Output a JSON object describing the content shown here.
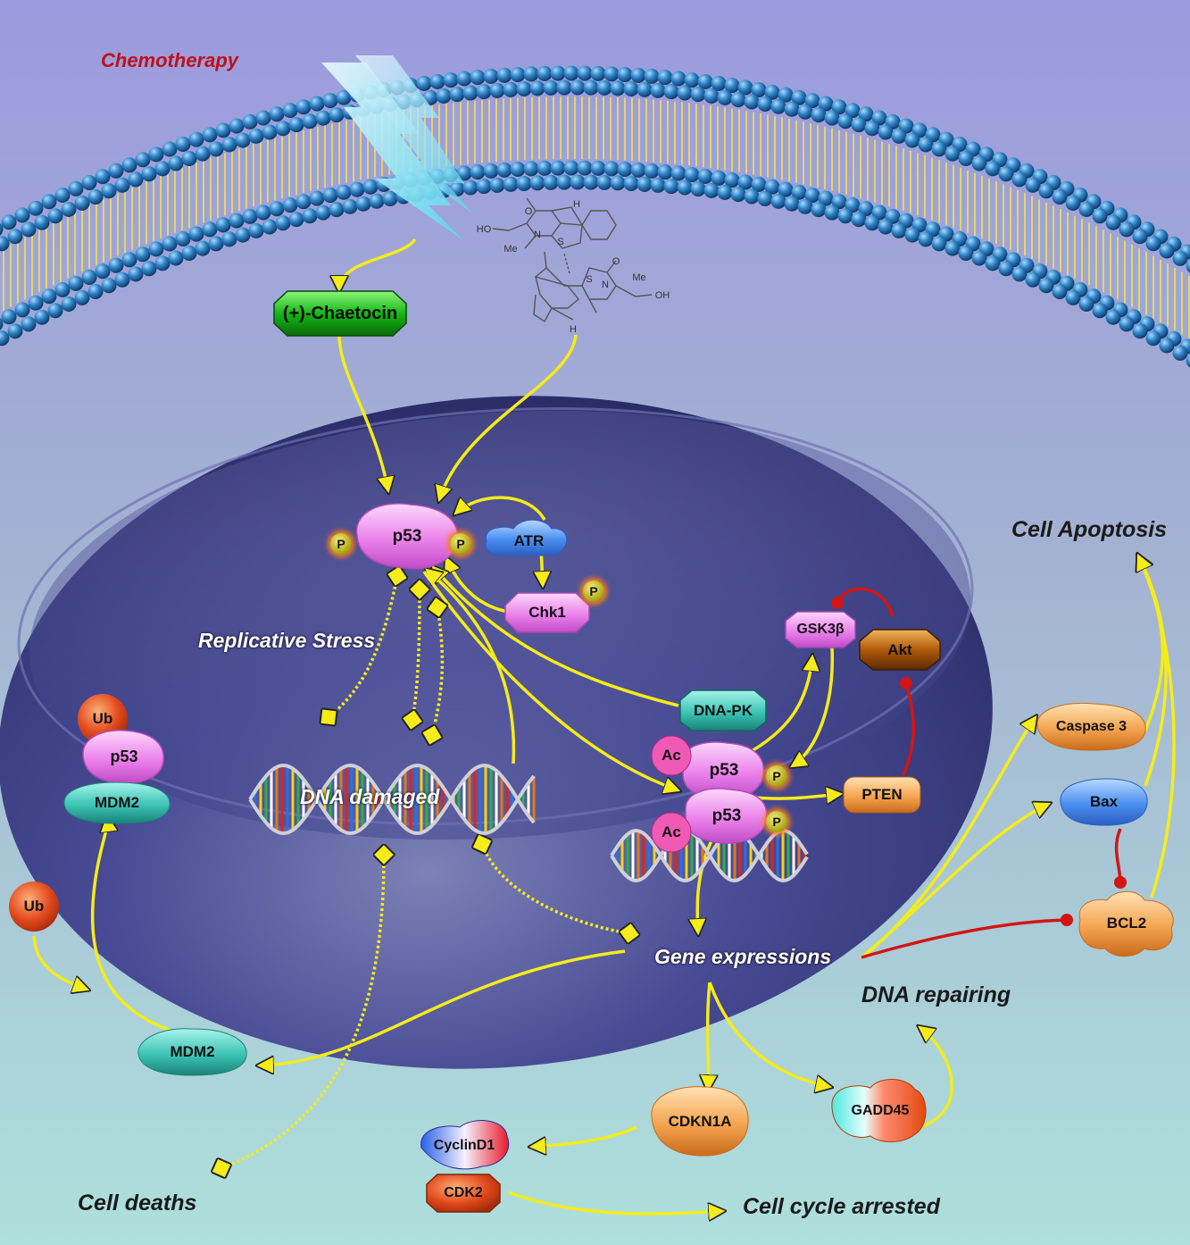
{
  "labels": {
    "chemotherapy": "Chemotherapy",
    "replicative_stress": "Replicative Stress",
    "dna_damaged": "DNA damaged",
    "gene_expressions": "Gene expressions",
    "dna_repairing": "DNA repairing",
    "cell_apoptosis": "Cell Apoptosis",
    "cell_deaths": "Cell deaths",
    "cell_cycle_arrested": "Cell cycle arrested"
  },
  "nodes": {
    "chaetocin": "(+)-Chaetocin",
    "p53_top": "p53",
    "atr": "ATR",
    "chk1": "Chk1",
    "gsk3b": "GSK3β",
    "akt": "Akt",
    "dnapk": "DNA-PK",
    "p53_mid1": "p53",
    "p53_mid2": "p53",
    "ac1": "Ac",
    "ac2": "Ac",
    "pten": "PTEN",
    "ub_top": "Ub",
    "p53_left": "p53",
    "mdm2_left": "MDM2",
    "ub_bottom": "Ub",
    "mdm2_bottom": "MDM2",
    "caspase3": "Caspase 3",
    "bax": "Bax",
    "bcl2": "BCL2",
    "cdkn1a": "CDKN1A",
    "gadd45": "GADD45",
    "cyclind1": "CyclinD1",
    "cdk2": "CDK2",
    "phospho": "P"
  },
  "molecule": {
    "oh1": "HO",
    "me1": "Me",
    "n1": "N",
    "o1": "O",
    "s1": "S",
    "h1": "H",
    "oh2": "OH",
    "me2": "Me",
    "n2": "N",
    "o2": "O",
    "s2": "S",
    "h2": "H"
  },
  "colors": {
    "background_top": "#9c9ade",
    "background_bottom": "#aee0dc",
    "membrane_head": "#2f84c6",
    "membrane_tail": "#f3e447",
    "nucleus": "#323479",
    "activation_arrow": "#f5ec1a",
    "inhibition_arrow": "#d31515",
    "title_red": "#c0101a"
  }
}
